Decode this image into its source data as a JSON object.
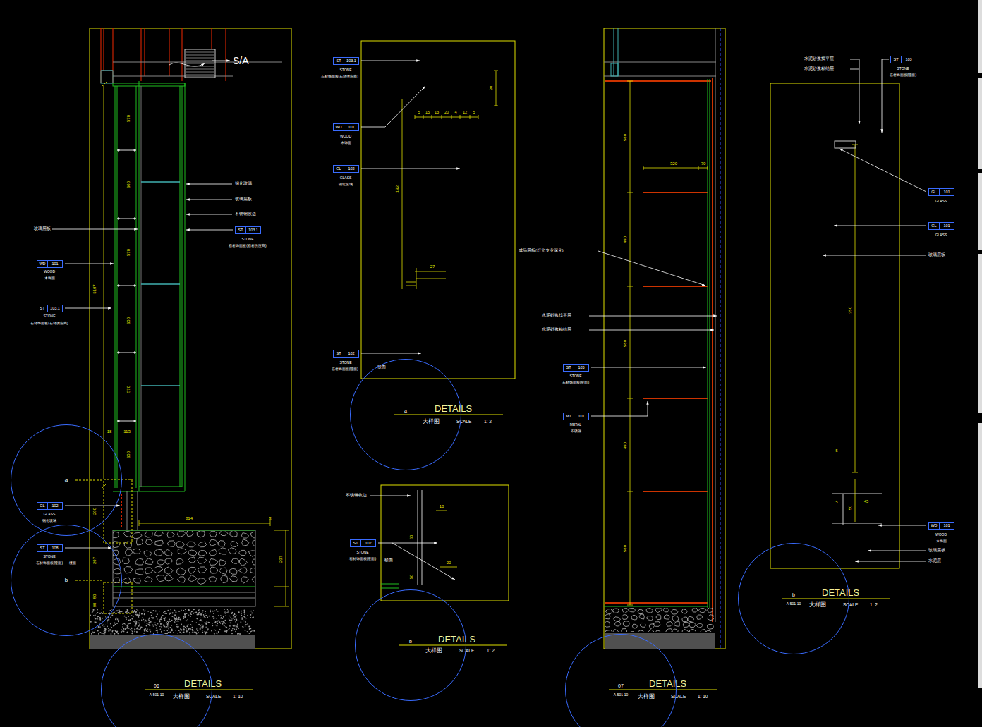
{
  "diagram": {
    "nodes": [
      {
        "text": [
          "ST",
          "103.1"
        ]
      },
      {
        "text": [
          "WD",
          "101"
        ]
      },
      {
        "text": [
          "ST",
          "103.1"
        ]
      },
      {
        "text": [
          "a"
        ]
      },
      {
        "text": [
          "GL",
          "102"
        ]
      },
      {
        "text": [
          "ST",
          "108"
        ]
      },
      {
        "text": [
          "b"
        ]
      },
      {
        "text": [
          "06",
          "A-501-10"
        ]
      },
      {
        "text": [
          "ST",
          "103.1"
        ]
      },
      {
        "text": [
          "WD",
          "101"
        ]
      },
      {
        "text": [
          "GL",
          "102"
        ]
      },
      {
        "text": [
          "ST",
          "102"
        ]
      },
      {
        "text": [
          "a"
        ]
      },
      {
        "text": [
          "ST",
          "102"
        ]
      },
      {
        "text": [
          "b"
        ]
      },
      {
        "text": [
          "ST",
          "105"
        ]
      },
      {
        "text": [
          "MT",
          "101"
        ]
      },
      {
        "text": [
          "07",
          "A-501-10"
        ]
      },
      {
        "text": [
          "ST",
          "103"
        ]
      },
      {
        "text": [
          "GL",
          "101"
        ]
      },
      {
        "text": [
          "GL",
          "101"
        ]
      },
      {
        "text": [
          "WD",
          "101"
        ]
      },
      {
        "text": [
          "b",
          "A-501-10"
        ]
      }
    ],
    "labels": [
      "S/A",
      "钢化玻璃",
      "玻璃层板",
      "不锈钢收边",
      "STONE",
      "石材饰面板(石材供应商)",
      "玻璃层板",
      "WOOD",
      "木饰面",
      "STONE",
      "石材饰面板(石材供应商)",
      "GLASS",
      "钢化玻璃",
      "STONE",
      "石材饰面板(哑面)",
      "楼面",
      "3197",
      "570",
      "300",
      "570",
      "300",
      "570",
      "300",
      "18",
      "113",
      "200",
      "297",
      "814",
      "3",
      "297",
      "80",
      "90",
      "DETAILS",
      "大样图",
      "SCALE",
      "1: 10",
      "STONE",
      "石材饰面板(石材供应商)",
      "WOOD",
      "木饰面",
      "GLASS",
      "钢化玻璃",
      "STONE",
      "石材饰面板(哑面)",
      "楼面",
      "30",
      "5",
      "15",
      "13",
      "20",
      "4",
      "12",
      "5",
      "192",
      "27",
      "DETAILS",
      "大样图",
      "SCALE",
      "1: 2",
      "不锈钢收边",
      "STONE",
      "石材饰面板(哑面)",
      "楼面",
      "10",
      "80",
      "20",
      "50",
      "DETAILS",
      "大样图",
      "SCALE",
      "1: 2",
      "成品层板(灯光专业深化)",
      "水泥砂浆找平层",
      "水泥砂浆粘结层",
      "STONE",
      "石材饰面板(哑面)",
      "METAL",
      "不锈钢",
      "580",
      "320",
      "70",
      "490",
      "580",
      "490",
      "580",
      "DETAILS",
      "大样图",
      "SCALE",
      "1: 10",
      "水泥砂浆找平层",
      "水泥砂浆粘结层",
      "STONE",
      "石材饰面板(哑面)",
      "GLASS",
      "GLASS",
      "玻璃层板",
      "350",
      "5",
      "50",
      "45",
      "5",
      "WOOD",
      "木饰面",
      "玻璃层板",
      "水泥层",
      "DETAILS",
      "大样图",
      "SCALE",
      "1: 2"
    ]
  }
}
